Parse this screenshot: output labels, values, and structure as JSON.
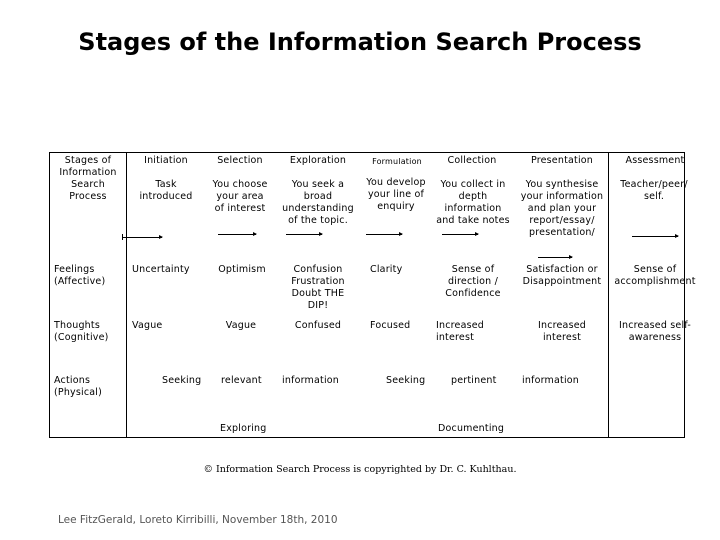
{
  "title": "Stages of the Information Search Process",
  "header": {
    "stages_label": "Stages of Information Search Process",
    "initiation": "Initiation",
    "selection": "Selection",
    "exploration": "Exploration",
    "formulation": "Formulation",
    "collection": "Collection",
    "presentation": "Presentation",
    "assessment": "Assessment"
  },
  "tasks": {
    "initiation": "Task introduced",
    "selection": "You choose your area of interest",
    "exploration": "You seek a broad understanding of the topic.",
    "formulation": "You develop your line of enquiry",
    "collection": "You collect in depth information and take notes",
    "presentation": "You synthesise your information and plan your report/essay/ presentation/",
    "assessment": "Teacher/peer/ self."
  },
  "feelings": {
    "label": "Feelings (Affective)",
    "initiation": "Uncertainty",
    "selection": "Optimism",
    "exploration": "Confusion Frustration Doubt THE DIP!",
    "formulation": "Clarity",
    "collection": "Sense of direction / Confidence",
    "presentation": "Satisfaction or Disappointment",
    "assessment": "Sense of accomplishment"
  },
  "thoughts": {
    "label": "Thoughts (Cognitive)",
    "initiation": "Vague",
    "selection": "Vague",
    "exploration": "Confused",
    "formulation": "Focused",
    "collection": "Increased interest",
    "presentation": "Increased interest",
    "assessment": "Increased self-awareness"
  },
  "actions": {
    "label": "Actions (Physical)",
    "seeking1": "Seeking",
    "relevant": "relevant",
    "information1": "information",
    "seeking2": "Seeking",
    "pertinent": "pertinent",
    "information2": "information",
    "exploring": "Exploring",
    "documenting": "Documenting"
  },
  "copyright": "© Information Search Process is copyrighted by Dr. C. Kuhlthau.",
  "footer": "Lee FitzGerald, Loreto Kirribilli, November 18th, 2010"
}
